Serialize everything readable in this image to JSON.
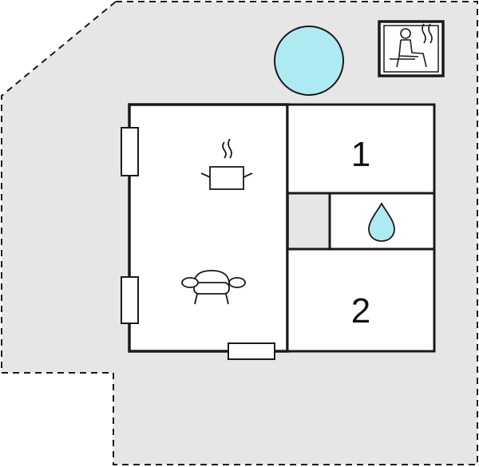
{
  "colors": {
    "plot_fill": "#e6e6e6",
    "plot_border": "#1a1a1a",
    "room_fill": "#ffffff",
    "wall": "#1a1a1a",
    "water": "#aeeaf2",
    "water_stroke": "#1a1a1a"
  },
  "icons": {
    "pool": "pool-circle",
    "sauna": "sauna-icon",
    "kitchen": "cooking-pot-icon",
    "living": "sofa-icon",
    "bathroom": "water-drop-icon"
  },
  "rooms": {
    "bedroom_1": {
      "label": "1"
    },
    "bedroom_2": {
      "label": "2"
    }
  }
}
